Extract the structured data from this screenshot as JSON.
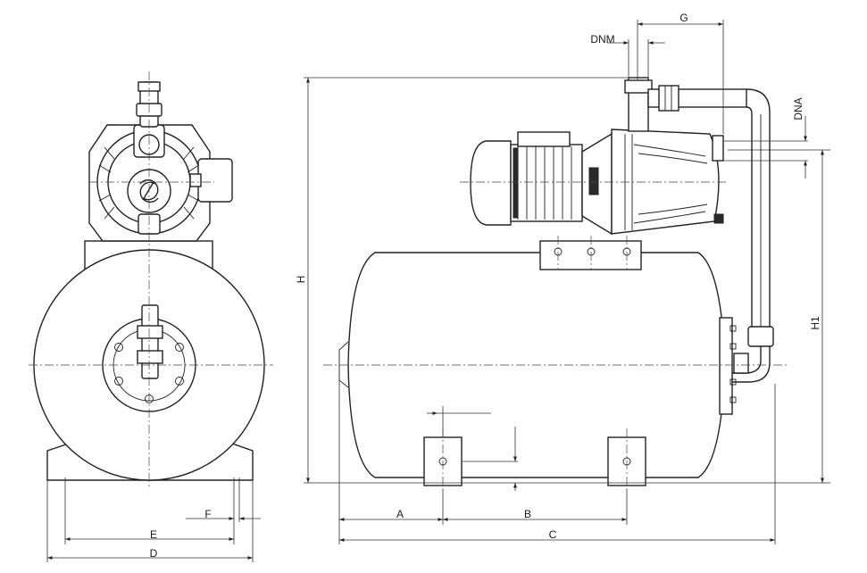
{
  "labels": {
    "A": "A",
    "B": "B",
    "C": "C",
    "D": "D",
    "E": "E",
    "F": "F",
    "G": "G",
    "H": "H",
    "H1": "H1",
    "DNM": "DNM",
    "DNA": "DNA"
  },
  "colors": {
    "line": "#222222",
    "background": "#ffffff"
  }
}
